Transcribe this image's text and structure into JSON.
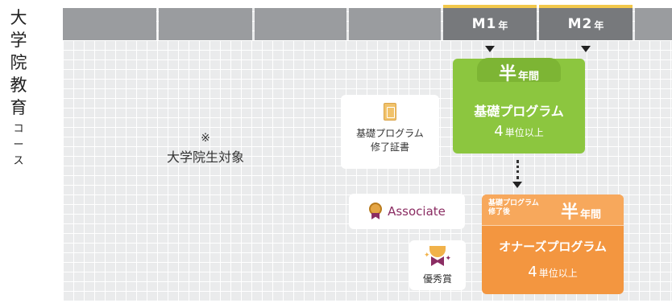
{
  "course_title": {
    "main_chars": [
      "大",
      "学",
      "院",
      "教",
      "育"
    ],
    "sub_chars": [
      "コ",
      "ー",
      "ス"
    ]
  },
  "timeline_header": {
    "m1": {
      "label": "M1",
      "unit": "年"
    },
    "m2": {
      "label": "M2",
      "unit": "年"
    }
  },
  "target_note": {
    "mark": "※",
    "text": "大学院生対象"
  },
  "basic_program": {
    "duration_big": "半",
    "duration_small": "年間",
    "name": "基礎プログラム",
    "credits_num": "4",
    "credits_unit": "単位以上",
    "certificate": {
      "line1": "基礎プログラム",
      "line2": "修了証書",
      "icon": "certificate-document-icon"
    }
  },
  "honors_program": {
    "prerequisite_line1": "基礎プログラム",
    "prerequisite_line2": "修了後",
    "duration_big": "半",
    "duration_small": "年間",
    "name": "オナーズプログラム",
    "credits_num": "4",
    "credits_unit": "単位以上",
    "associate": {
      "label": "Associate",
      "icon": "medal-icon"
    },
    "award": {
      "label": "優秀賞",
      "icon": "trophy-icon"
    }
  },
  "colors": {
    "basic_program": "#8cc63f",
    "honors_program": "#f39640",
    "year_highlight": "#f2c84b",
    "associate_text": "#8b2d63"
  }
}
